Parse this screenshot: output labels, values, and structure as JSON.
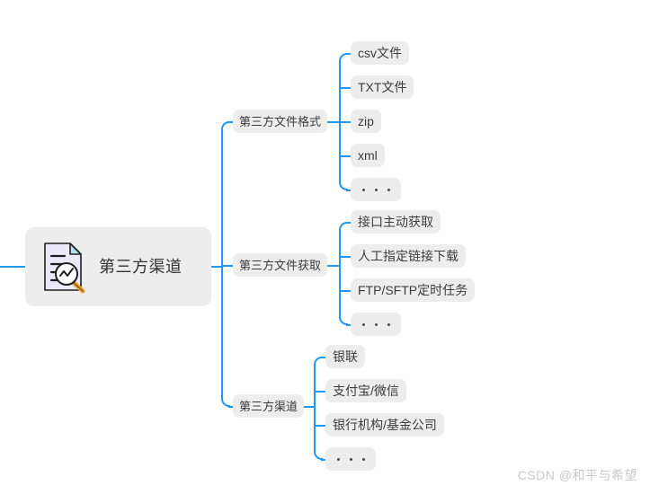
{
  "diagram": {
    "type": "mindmap",
    "orientation": "left-to-right",
    "accent_color": "#2196f3",
    "node_bg_color": "#ededed",
    "text_color": "#3c3c3c",
    "background_color": "#ffffff",
    "root": {
      "label": "第三方渠道",
      "icon": "document-search-icon"
    },
    "branches": [
      {
        "label": "第三方文件格式",
        "children": [
          {
            "label": "csv文件",
            "kind": "text"
          },
          {
            "label": "TXT文件",
            "kind": "text"
          },
          {
            "label": "zip",
            "kind": "text"
          },
          {
            "label": "xml",
            "kind": "text"
          },
          {
            "label": "...",
            "kind": "ellipsis"
          }
        ]
      },
      {
        "label": "第三方文件获取",
        "children": [
          {
            "label": "接口主动获取",
            "kind": "text"
          },
          {
            "label": "人工指定链接下载",
            "kind": "text"
          },
          {
            "label": "FTP/SFTP定时任务",
            "kind": "text"
          },
          {
            "label": "...",
            "kind": "ellipsis"
          }
        ]
      },
      {
        "label": "第三方渠道",
        "children": [
          {
            "label": "银联",
            "kind": "text"
          },
          {
            "label": "支付宝/微信",
            "kind": "text"
          },
          {
            "label": "银行机构/基金公司",
            "kind": "text"
          },
          {
            "label": "...",
            "kind": "ellipsis"
          }
        ]
      }
    ]
  },
  "watermark": {
    "text": "CSDN @和平与希望"
  }
}
